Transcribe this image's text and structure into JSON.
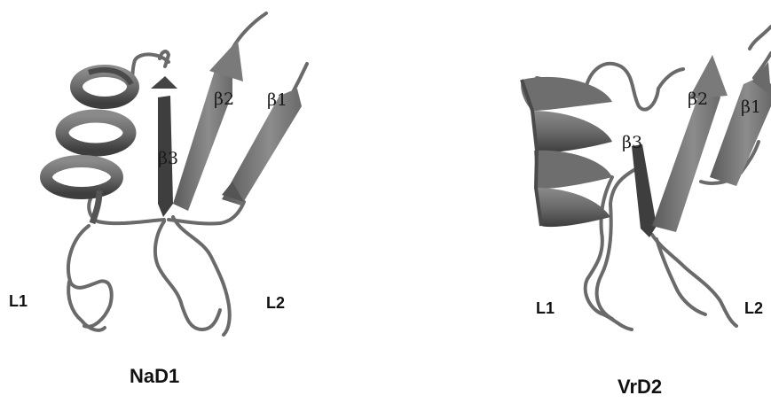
{
  "panels": [
    {
      "name": "NaD1",
      "labels": {
        "beta1": "β1",
        "beta2": "β2",
        "beta3": "β3",
        "loop1": "L1",
        "loop2": "L2"
      }
    },
    {
      "name": "VrD2",
      "labels": {
        "beta1": "β1",
        "beta2": "β2",
        "beta3": "β3",
        "loop1": "L1",
        "loop2": "L2"
      }
    }
  ],
  "colors": {
    "ribbon": "#6e6e6e",
    "ribbon_dark": "#444444",
    "ribbon_light": "#9a9a9a",
    "coil": "#6a6a6a"
  }
}
